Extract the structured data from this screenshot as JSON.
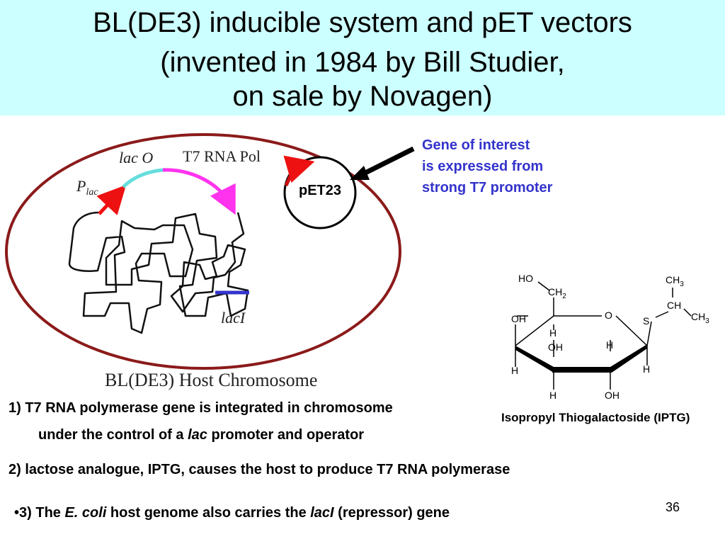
{
  "slide": {
    "title_lines": [
      "BL(DE3) inducible system and pET vectors",
      "(invented in 1984 by Bill Studier,",
      "on sale by Novagen)"
    ],
    "title_band_color": "#ccffff",
    "page_number": "36"
  },
  "diagram": {
    "plasmid_label": "pET23",
    "gene_note": [
      "Gene of interest",
      "is expressed from",
      "strong T7 promoter"
    ],
    "labels": {
      "p_lac_main": "P",
      "p_lac_sub": "lac",
      "lac_o": "lac O",
      "t7_rna_pol": "T7 RNA Pol",
      "laci": "lacI",
      "host_chromosome": "BL(DE3) Host Chromosome"
    },
    "colors": {
      "cell_outline": "#8b1a1a",
      "promoter_arrow": "#ee1111",
      "operator": "#66dddd",
      "t7_gene": "#ff33ee",
      "laci_gene": "#3333cc",
      "note_text": "#3333cc"
    }
  },
  "iptg": {
    "atoms": {
      "ho": "HO",
      "ch2": "CH",
      "ch2_sub": "2",
      "o_ring": "O",
      "s": "S",
      "ch3_top": "CH",
      "ch3_top_sub": "3",
      "ch": "CH",
      "ch3_right": "CH",
      "ch3_right_sub": "3",
      "oh_left": "OH",
      "h_upper": "H",
      "oh_mid": "OH",
      "h_right_upper": "H",
      "h_left_lower": "H",
      "h_right_lower": "H",
      "h_bottom": "H",
      "oh_bottom": "OH"
    },
    "caption": "Isopropyl Thiogalactoside (IPTG)"
  },
  "points": {
    "p1_line1": "1) T7 RNA polymerase gene is integrated in chromosome",
    "p1_line2_a": "under the control of a ",
    "p1_line2_italic": "lac",
    "p1_line2_b": " promoter and operator",
    "p2": "2) lactose analogue, IPTG, causes the host to produce T7 RNA polymerase",
    "p3_bullet": "•",
    "p3_a": "3) The ",
    "p3_italic1": "E. coli",
    "p3_b": " host genome also carries the ",
    "p3_italic2": "lacI",
    "p3_c": " (repressor) gene"
  }
}
